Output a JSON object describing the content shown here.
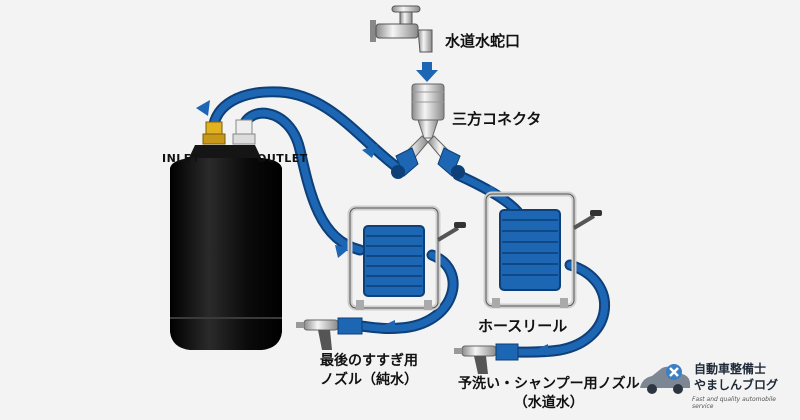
{
  "labels": {
    "faucet": "水道水蛇口",
    "connector": "三方コネクタ",
    "inlet": "INLET",
    "outlet": "OUTLET",
    "reel": "ホースリール",
    "final_rinse_nozzle": [
      "最後のすすぎ用",
      "ノズル（純水）"
    ],
    "prewash_nozzle": [
      "予洗い・シャンプー用ノズル",
      "（水道水）"
    ]
  },
  "logo": {
    "title": "自動車整備士",
    "name": "やましんブログ",
    "tagline": "Fast and quality automobile service"
  },
  "colors": {
    "hose": "#1c66b3",
    "hose_dark": "#0d3f78",
    "tank": "#0f0f0f",
    "reel_frame": "#d9d9d9",
    "background": "#f3f3f3",
    "inlet_cap": "#e0b21f"
  }
}
